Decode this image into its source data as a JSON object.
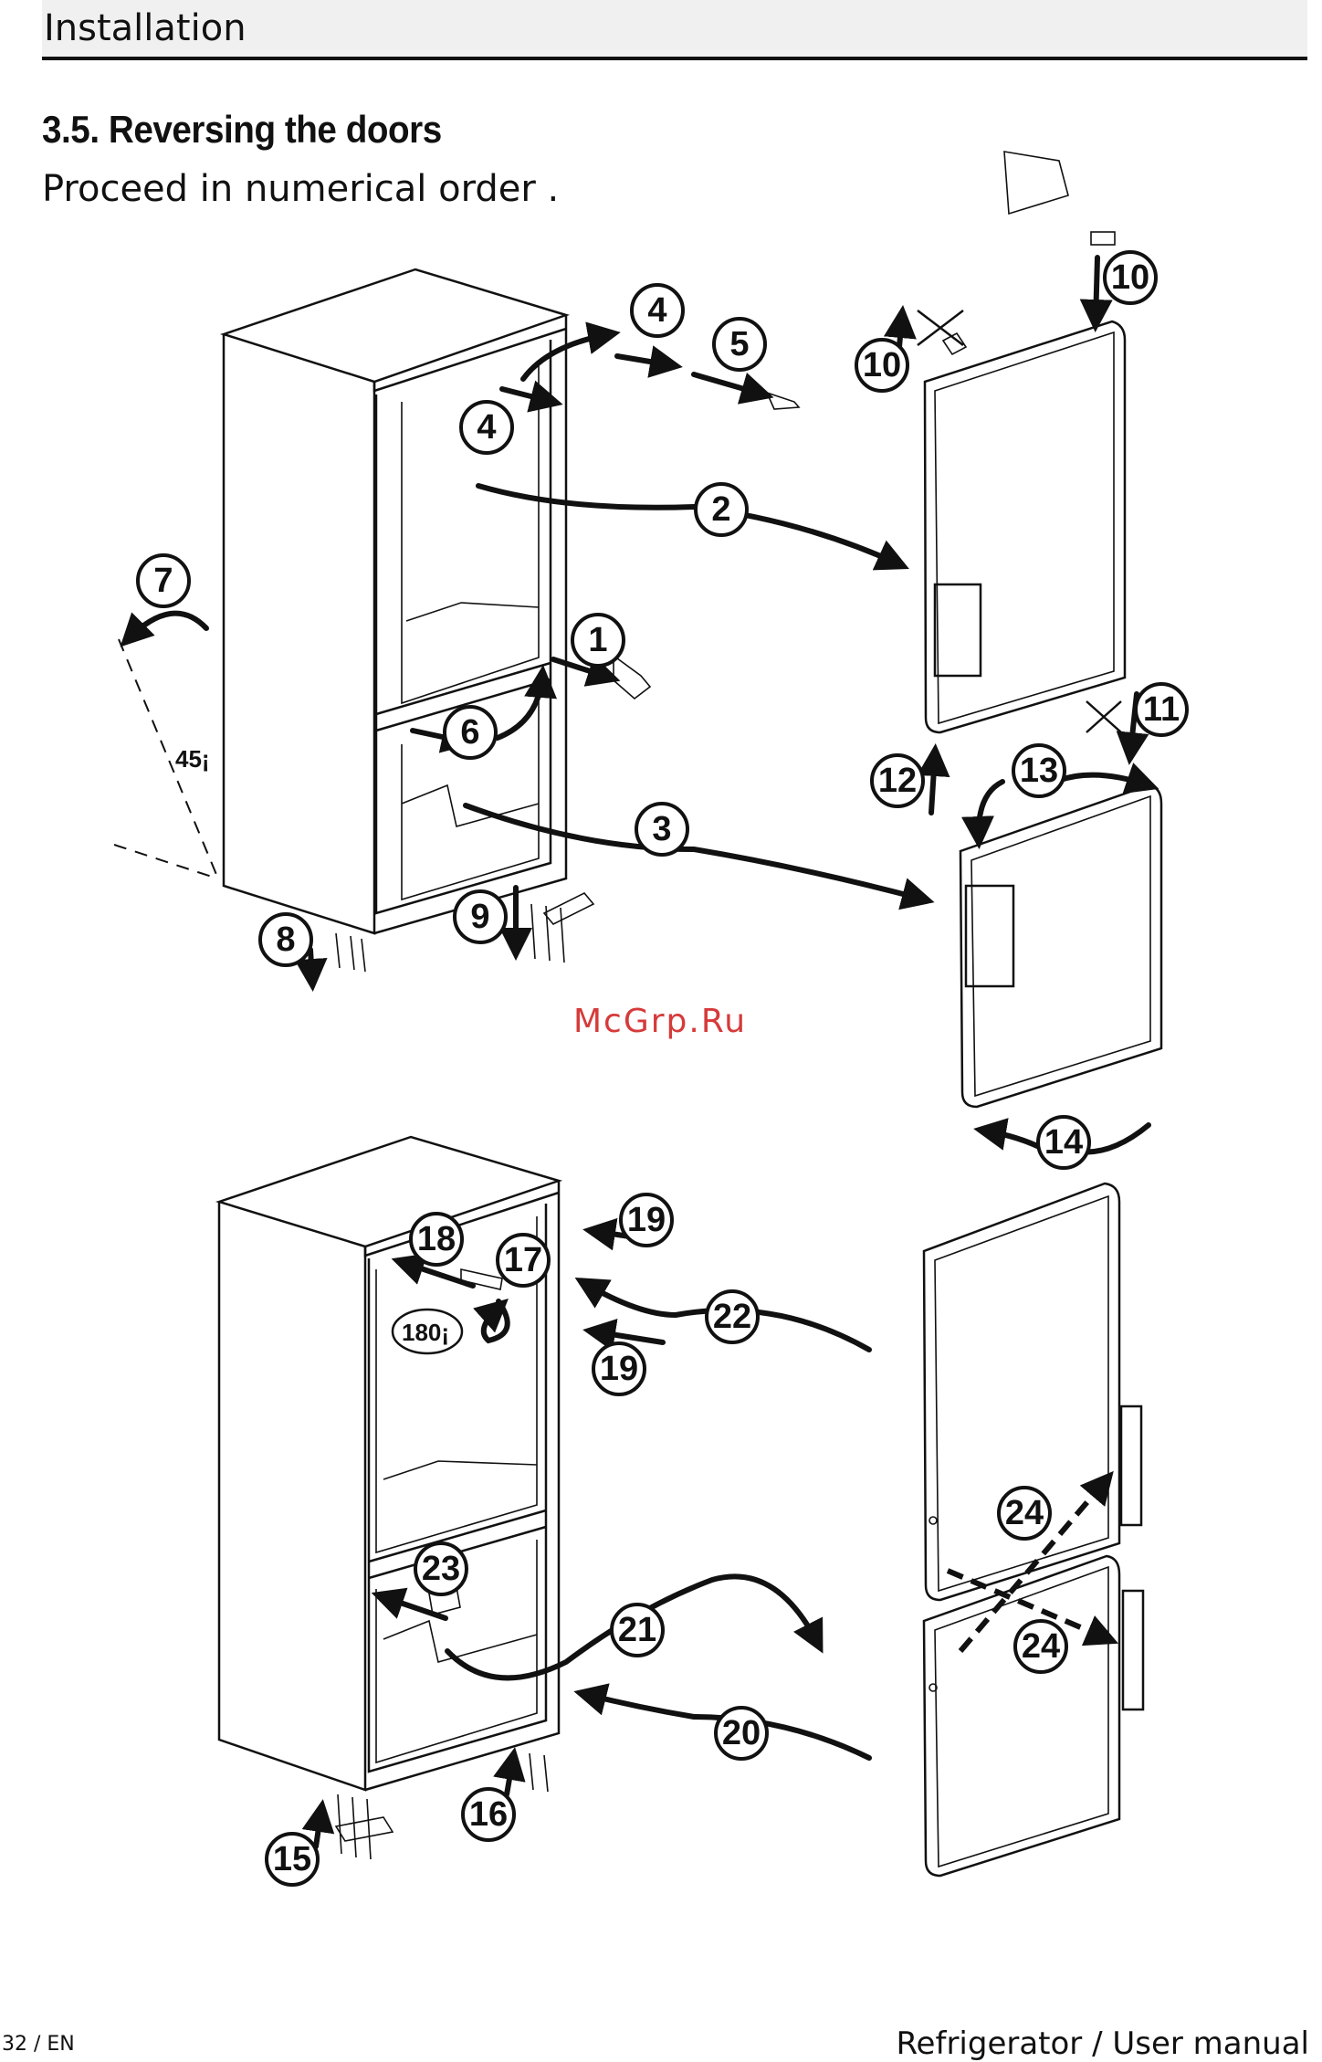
{
  "header": {
    "title": "Installation"
  },
  "section": {
    "title": "3.5.  Reversing the doors",
    "instruction": "Proceed in numerical order ."
  },
  "diagram": {
    "step_labels_top": [
      "4",
      "5",
      "10",
      "10",
      "4",
      "2",
      "7",
      "1",
      "6",
      "11",
      "12",
      "13",
      "3",
      "8",
      "9",
      "14"
    ],
    "step_labels_bottom": [
      "19",
      "18",
      "17",
      "22",
      "19",
      "24",
      "23",
      "21",
      "24",
      "20",
      "16",
      "15"
    ],
    "angle_top": "45¡",
    "angle_bottom": "180¡"
  },
  "watermark": "McGrp.Ru",
  "footer": {
    "page": "32  /  EN",
    "doc": "Refrigerator / User manual"
  }
}
